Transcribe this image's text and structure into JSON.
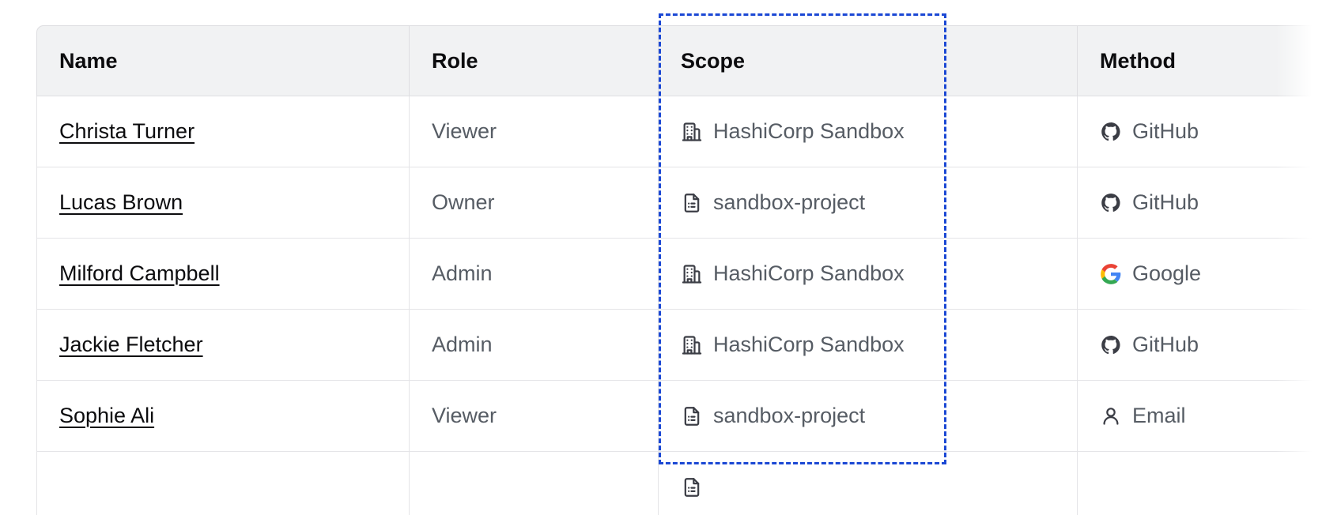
{
  "table": {
    "columns": [
      {
        "key": "name",
        "label": "Name"
      },
      {
        "key": "role",
        "label": "Role"
      },
      {
        "key": "scope",
        "label": "Scope"
      },
      {
        "key": "method",
        "label": "Method"
      }
    ],
    "rows": [
      {
        "name": "Christa Turner",
        "role": "Viewer",
        "scope": "HashiCorp Sandbox",
        "scope_icon": "organization-building-icon",
        "method": "GitHub",
        "method_icon": "github-icon"
      },
      {
        "name": "Lucas Brown",
        "role": "Owner",
        "scope": "sandbox-project",
        "scope_icon": "project-document-icon",
        "method": "GitHub",
        "method_icon": "github-icon"
      },
      {
        "name": "Milford Campbell",
        "role": "Admin",
        "scope": "HashiCorp Sandbox",
        "scope_icon": "organization-building-icon",
        "method": "Google",
        "method_icon": "google-icon"
      },
      {
        "name": "Jackie Fletcher",
        "role": "Admin",
        "scope": "HashiCorp Sandbox",
        "scope_icon": "organization-building-icon",
        "method": "GitHub",
        "method_icon": "github-icon"
      },
      {
        "name": "Sophie Ali",
        "role": "Viewer",
        "scope": "sandbox-project",
        "scope_icon": "project-document-icon",
        "method": "Email",
        "method_icon": "user-person-icon"
      },
      {
        "name": "",
        "role": "",
        "scope": "",
        "scope_icon": "project-document-icon",
        "method": "",
        "method_icon": ""
      }
    ]
  },
  "highlight": {
    "target_column": "Scope",
    "border_color": "#1B48D4",
    "style": "dashed"
  },
  "colors": {
    "header_background": "#F1F2F3",
    "header_text": "#0C0C0E",
    "cell_text": "#565C64",
    "link_text": "#0C0C0E",
    "border": "#E4E4E7",
    "icon": "#3B3D45",
    "google_blue": "#4285F4",
    "google_red": "#EA4335",
    "google_yellow": "#FBBC05",
    "google_green": "#34A853"
  }
}
